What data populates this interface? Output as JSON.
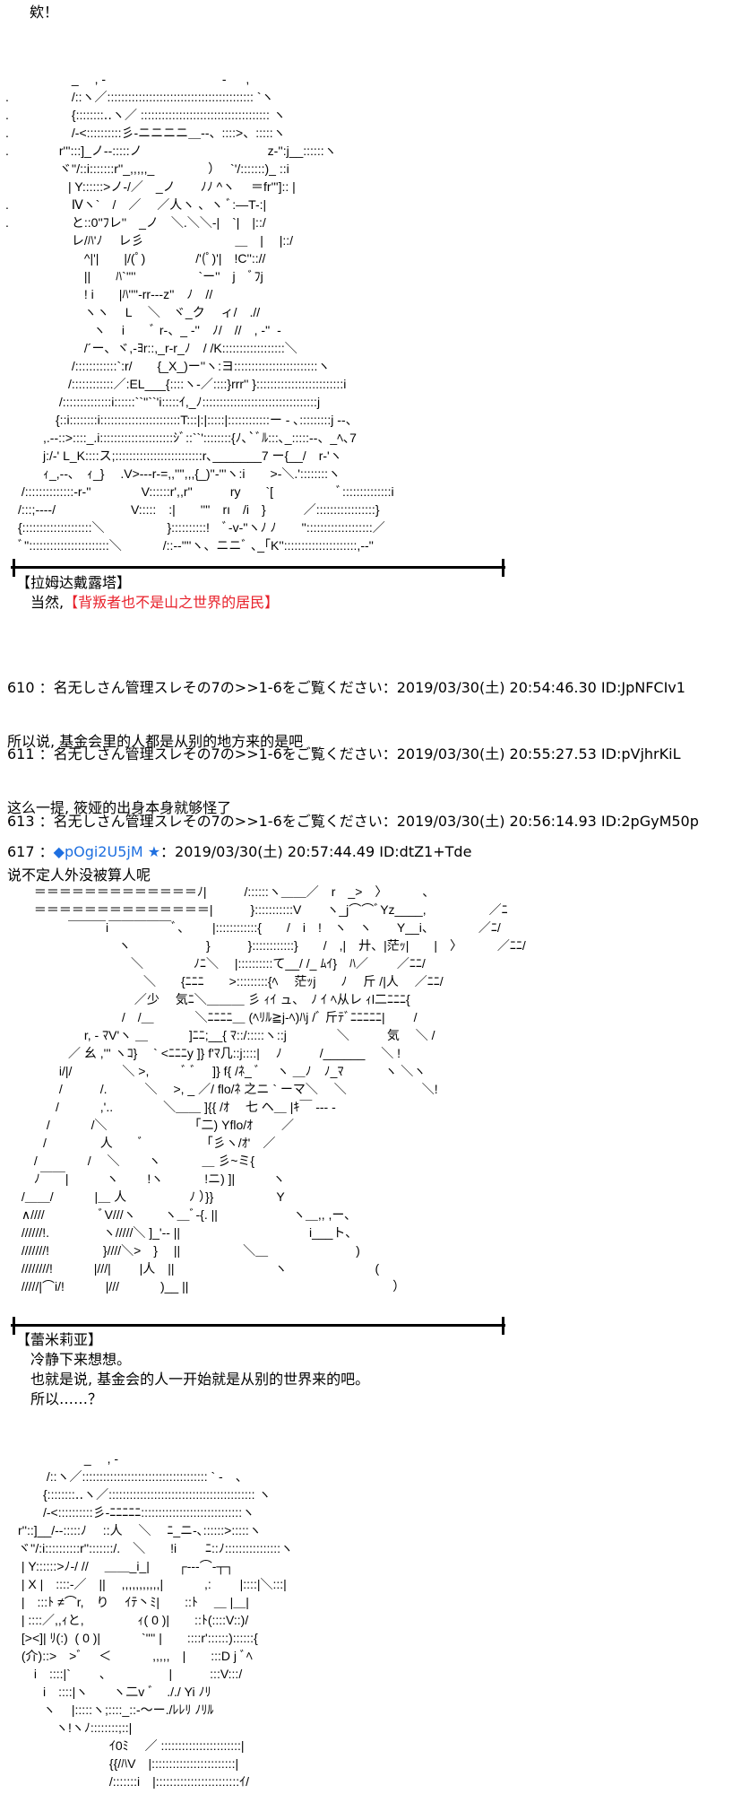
{
  "intro": "欸！",
  "aa_lamda": "　　　　　 _　 , ‐　　　　　　　　　 ‐ 　 ,\n.　　　　　/::ヽ／:::::::::::::::::::::::::::::::::::::::::: `ヽ\n.　　　　　{::::::::‥ヽ／ ::::::::::::::::::::::::::::::::::::: ヽ\n.　　　　　/‐<::::::::::彡‐ニニニニ＿‐-、::::>、:::::ヽ\n.　　　　r''':::]_ノ‐‐:::::ノ　　　　　　　　　　z-'':j__::::::ヽ\n　　　　 ヾ''/::i:::::::r''_,,,,,_　　　　 ）　 `'/:::::::)_ ::i\n　　　　　| Y::::::>ノ-/／　_ノ　　ﾉﾉ ^ヽ　 ＝fr''']:: |\n.　　　　　Ⅳヽ`　/　／　 ／人ヽ 、ヽ ﾞ:―T-:|\n.　　　　　と::0''ﾌレ''　_ノ　＼.＼＼-|　`|　|::/\n　　　　　 レ/ﾊ'ﾉ　 レ彡　　　　　　　 ＿　|　 |::/\n　　　　　　 ^|'|　　|/(ﾟ)　　　　/'(ﾟ)'|　!C'':://\n　　　　　　 ||　　ﾊ`''''　　　　　`ー''　j　ﾞﾌj\n　　　　　　 ! i　　|ﾊ''''-rr‐‐‐z''　ﾉ　//\n　　　　　　 ヽヽ　 L　 ＼　ヾ_ク　 ィ/　.//\n　　　　　　　ヽ　 i　　ﾞ r-、_ -''　ﾉ/　//　, -''  -\n　　　　　　 /´ー、ヾ,-ﾖr::,_r‐r_ﾉ　/ /K::::::::::::::::::＼\n　　　　　 /::::::::::::`:r/　　{_X_)ー''ヽ:ヨ::::::::::::::::::::::::ヽ\n　　　　　/::::::::::::／:EL___{::::ヽ-／::::}rrr'' }:::::::::::::::::::::::::i\n　　　　 /::::::::::::::i::::::``''``'i:::::ｲ,_ﾉ:::::::::::::::::::::::::::::::::j\n　　　　{::i::::::::i:::::::::::::::::::::::T:::|:|:::::|::::::::::::ー ‐ ､:::::::::j ‐-、\n　　　,.‐-::>::::_.i:::::::::::::::::::::ｼﾞ::``'::::::::{ﾉ､`ﾞﾙ:::､_:::::-‐、_ﾍ､7\n　　　j:/-' L_K::::ス;:::::::::::::::::::::::::r､_______7 ー{__/　r-'ヽ\n　　　ｨ_,‐-､　ｨ_} 　.V>‐‐‐r‐=,,'''',,,{_)''-'''ヽ:i　　>-＼.'::::::::ヽ\n　 /::::::::::::::-r-''　　　　V::::::r',,r''　　　ry　　`[　　　　　ﾞ::::::::::::::i\n　/:::;----/　　　　　　V:::::　:|　　''''　rı　/i　}　　　／:::::::::::::::::}\n　{::::::::::::::::::::＼　　　　　}::::::::::!　ﾞ-v-''ヽﾉ ﾉ　　'':::::::::::::::::::／\n　ﾞ'':::::::::::::::::::::::＼　　　 /::-‐''''ヽ、ニニﾞ ､_｢K'':::::::::::::::::::::,‐-''",
  "scene1": {
    "speaker": "【拉姆达戴露塔】",
    "line_prefix": "当然,",
    "line_red": "【背叛者也不是山之世界的居民】"
  },
  "posts": [
    {
      "header": "610 ：名无しさん管理スレその7の>>1-6をご覧ください：2019/03/30(土) 20:54:46.30 ID:JpNFCIv1",
      "body": "所以说, 基金会里的人都是从别的地方来的是吧"
    },
    {
      "header": "611 ：名无しさん管理スレその7の>>1-6をご覧ください：2019/03/30(土) 20:55:27.53 ID:pVjhrKiL",
      "body": "这么一提, 筱娅的出身本身就够怪了"
    },
    {
      "header": "613 ：名无しさん管理スレその7の>>1-6をご覧ください：2019/03/30(土) 20:56:14.93 ID:2pGyM50p",
      "body": "说不定人外没被算人呢"
    }
  ],
  "post617": {
    "number": "617 ：",
    "trip": "◆pOgi2U5jM ★",
    "meta": "：2019/03/30(土) 20:57:44.49 ID:dtZ1+Tde"
  },
  "aa_remilia": "　　 ＝＝＝＝＝＝＝＝＝＝＝＝＝ﾉ|　　　/::::::ヽ＿＿／　r　_>　〉　　　 、\n　　 ＝＝＝＝＝＝＝＝＝＝＝＝＝＝|　　　}:::::::::::V　　ヽ_j⌒⌒ﾞYz____,　　　　　／ﾆ\n　　　　　￣￣￣i￣￣￣￣￣ﾞ、　　 |::::::::::::{　　/　i　!　ヽ　ヽ　　Y__i、　　　　／ﾆ/\n　　　　　　　　　ヽ　　　　　　}　　　}::::::::::::}　　/　,|　廾、|茫ｯ|　　|　〉　　　 ／ﾆﾆ/\n　　　　　　　　　　＼　　　　ﾉﾆ＼　 |::::::::::て__/ /_ ﾑｲ}　ﾊ／　　 ／ﾆﾆ/\n　　　　　　　　　　　＼　　{ﾆﾆﾆ　　>:::::::::{ﾍ　 茫ｯj　　ﾉ 　斤 /|人　 ／ﾆﾆ/\n　　　　　　　　　　 ／少　 気ﾆ＼＿＿＿ 彡 ｨｲ ュ、　ﾉ ｲ ﾍ从レ ｨl二ﾆﾆﾆ{\n　　　　　　　　　 /　/＿　　　 ＼ﾆﾆﾆﾆ＿ (ﾍﾘﾙ≧j‐ﾍ)ﾊj /ﾞ 斤ﾃﾞﾆﾆﾆﾆﾆ|　　 /\n　　　　　　 r, ‐ ﾏV'ヽ ＿　　　 ]ﾆﾆ;__{ ﾏ::/:::::ヽ::j　　　　＼　　　気　 ＼ /\n　　　　　／ 幺 ,''' ヽｺ}　 ` <ﾆﾆﾆy ]} f'ﾏ几::j::::|　 ﾉ　　　/______　 ＼ !\n　　　　 i/|/　　　　＼ >, 　　 ﾞ ﾞ　 ]} f{ /ﾈ_ ﾞ　 ヽ ＿ﾉ　ﾉ_ﾏ　　　 ヽ ＼ヽ\n　　　　 /　　　/.　　　＼　 >, _ ／/ flo/ﾈ 之ニ ` ーマ＼　 ＼　　　　　　＼!\n　　　　/　　　 ,'..　　　　＼＿＿ ]{{ /ｵ　 七 ヘ＿ |ｷ￣ ‐‐‐ ‐\n　　　 /　　　 /＼　　　　　　　｢二) Yflo/ｵ　　 ／\n　　　/　　　　 人　　ﾞ　　　　　｢彡ヽ/ｵ'　／\n　　 /　　　　/　 ＼　　 ヽ　　　 ＿ 彡~ミ{\n　　 ﾉ￣￣|　　　ヽ　　 !ヽ　　　 !ニ) ]|　　　ヽ\n　 /＿＿/　　　 |＿ 人　　　　　ﾉ ）}}　　　　　Y\n　 ∧////　　　　 ﾞV///ヽ　　 ヽ＿ﾞ-{. ||　　　　　　ヽ＿,, ,ー､\n　 //////!.　　　　 ヽ/////＼ ]_'-‐ ||　　　　　　　　　　 i___ト、\n　 ///////!　　　　 }////＼>　} 　||　　　　　＼＿　　　　　　　)\n　 ////////!　　　 |///|　　 |人　||　　　　　　　　ヽ　　　　　　　(\n　 /////|⌒i/!　　　 |///　　　 )__ ||　　　　　　　　　　　　　　　　 ）",
  "scene2": {
    "speaker": "【蕾米莉亚】",
    "lines": [
      "冷静下来想想。",
      "也就是说, 基金会的人一开始就是从别的世界来的吧。",
      "所以……？"
    ]
  },
  "aa_lamda2": "　　　　　　 _　 , ‐\n　　　 /::ヽ／:::::::::::::::::::::::::::::::::::: ` -　、\n　　　{::::::::‥ヽ／:::::::::::::::::::::::::::::::::::::::::: ヽ\n　　　/‐<::::::::::彡‐ﾆﾆﾆﾆﾆ:::::::::::::::::::::::::::::ヽ\n　r''::]__/‐‐:::::ﾉ　 ::人　 ＼　 ﾆ_ニ‐､::::::>:::::ヽ\n　ヾ''/:i::::::::::r'':::::::/.　＼　　!i　　 ﾆ::ﾉ::::::::::::::::ヽ\n　 | Y::::::>ﾉ-/ //　 ＿＿_i_|　　 ┌‐‐‐⌒‐┬┐\n　 | X |　::::‐／　||　 ,,,,,,,,,,,|　　　 ,:　　 |::::|＼:::|\n　 |　:::ﾄ ≠⌒r,　り　 ｲﾃ丶ﾐ|　　::ﾄ　 ＿ |＿|\n　 | ::::／,,ｨと,　　　　 ｨ( 0 )|　　::ﾄ(::::V::)/\n　 [><]| ﾘ(:)  ( 0 )|　　　 `'''' |　　::::r'::::::)::::::{\n　 (介)::>　>ﾞ 　＜　　　 ,,,,,　|　　:::D j ﾞﾍ\n　　 i　::::|`　　 、 　　　　 |　　　:::V:::/\n　　　i　::::|ヽ　　ヽ二v ﾞ　././ Yi ﾉﾘ\n　　　ヽ　 |:::::ヽ;::::_::‐〜ー./ﾚﾚﾘ ﾉﾘﾙ\n　　　　ヽ!ヽﾉ::::::::;::|\n　　　　　　　　 ｲ0ﾐ　 ／ :::::::::::::::::::::::|\n　　　　　　　　 {{/ﾊV　|::::::::::::::::::::::::|\n　　　　　　　　 /:::::::i　|::::::::::::::::::::::::ｲ/"
}
